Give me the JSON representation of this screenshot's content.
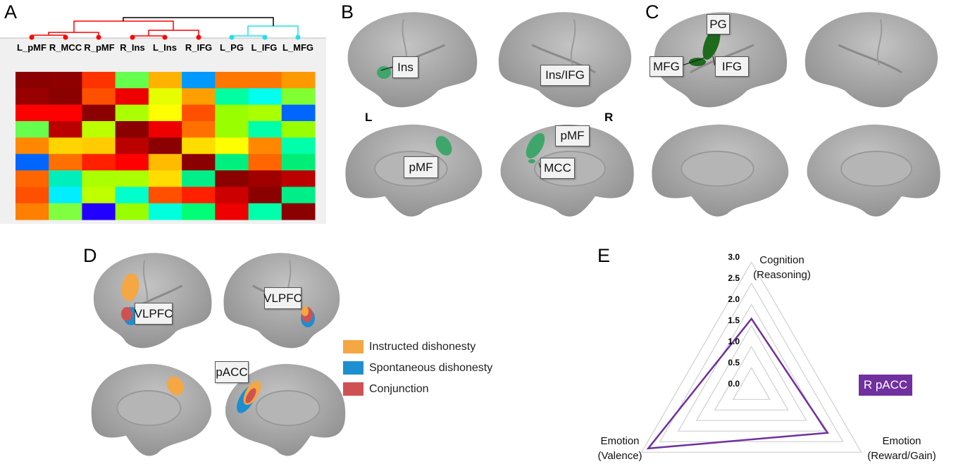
{
  "panels": {
    "a": "A",
    "b": "B",
    "c": "C",
    "d": "D",
    "e": "E"
  },
  "panel_b": {
    "labels": {
      "ins": "Ins",
      "ins_ifg": "Ins/IFG",
      "pmf_left": "pMF",
      "pmf_right": "pMF",
      "mcc": "MCC"
    },
    "left_marker": "L",
    "right_marker": "R",
    "blob_color": "#3fa66b"
  },
  "panel_c": {
    "labels": {
      "pg": "PG",
      "mfg": "MFG",
      "ifg": "IFG"
    },
    "blob_color": "#1e6b1e"
  },
  "panel_d": {
    "labels": {
      "vlpfc_left": "VLPFC",
      "vlpfc_right": "VLPFC",
      "pacc": "pACC"
    },
    "legend": [
      {
        "label": "Instructed dishonesty",
        "color": "#f4a742"
      },
      {
        "label": "Spontaneous dishonesty",
        "color": "#1d8fd0"
      },
      {
        "label": "Conjunction",
        "color": "#cf5252"
      }
    ]
  },
  "chart_data": [
    {
      "type": "heatmap",
      "dendrogram_leaves": [
        "L_pMF",
        "R_MCC",
        "R_pMF",
        "R_Ins",
        "L_Ins",
        "R_IFG",
        "L_PG",
        "L_IFG",
        "L_MFG"
      ],
      "cluster_colors": {
        "cluster1": "#ff0000",
        "cluster2": "#22e0e8",
        "root": "#000000"
      },
      "cell_colors": [
        [
          "#8b0000",
          "#8f0000",
          "#ff3300",
          "#66ff4d",
          "#ffb300",
          "#0099ff",
          "#ff7700",
          "#ff7700",
          "#ff9900"
        ],
        [
          "#990000",
          "#8b0000",
          "#ff5000",
          "#ee0000",
          "#e5ff00",
          "#ffa000",
          "#00ffa0",
          "#00ffee",
          "#80ff33"
        ],
        [
          "#ff0000",
          "#ff0000",
          "#8b0000",
          "#aaff00",
          "#ffff00",
          "#ff5000",
          "#99ff00",
          "#aaff00",
          "#0066ff"
        ],
        [
          "#66ff4d",
          "#bb0000",
          "#bbff00",
          "#8b0000",
          "#ee0000",
          "#ff7000",
          "#99ff00",
          "#00ffaa",
          "#99ff00"
        ],
        [
          "#ff8800",
          "#ffd500",
          "#ffcc00",
          "#bb0000",
          "#8b0000",
          "#ffdd00",
          "#ffff00",
          "#ff8800",
          "#00ffaa"
        ],
        [
          "#0066ff",
          "#ff7000",
          "#ff2000",
          "#ff0000",
          "#ffbb00",
          "#8b0000",
          "#00f080",
          "#ff6600",
          "#00ee77"
        ],
        [
          "#ff6600",
          "#00eebb",
          "#aaff00",
          "#aaff00",
          "#ffdd00",
          "#00ee88",
          "#8b0000",
          "#a00000",
          "#bb0000"
        ],
        [
          "#ff5000",
          "#00eeff",
          "#c0ff00",
          "#00ffcc",
          "#ff5000",
          "#ff2000",
          "#cc0000",
          "#8b0000",
          "#00ee88"
        ],
        [
          "#ff8000",
          "#80ff40",
          "#2200ff",
          "#99ff00",
          "#00ffdd",
          "#00ff77",
          "#ee0000",
          "#00ffaa",
          "#8b0000"
        ]
      ]
    },
    {
      "type": "radar",
      "axes": [
        {
          "line1": "Cognition",
          "line2": "(Reasoning)"
        },
        {
          "line1": "Emotion",
          "line2": "(Reward/Gain)"
        },
        {
          "line1": "Emotion",
          "line2": "(Valence)"
        }
      ],
      "ticks": [
        "3.0",
        "2.5",
        "2.0",
        "1.5",
        "1.0",
        "0.5",
        "0.0"
      ],
      "range": [
        0,
        3
      ],
      "series": [
        {
          "name": "R pACC",
          "color": "#7030a0",
          "values": [
            1.66,
            2.08,
            2.82
          ]
        }
      ]
    }
  ]
}
